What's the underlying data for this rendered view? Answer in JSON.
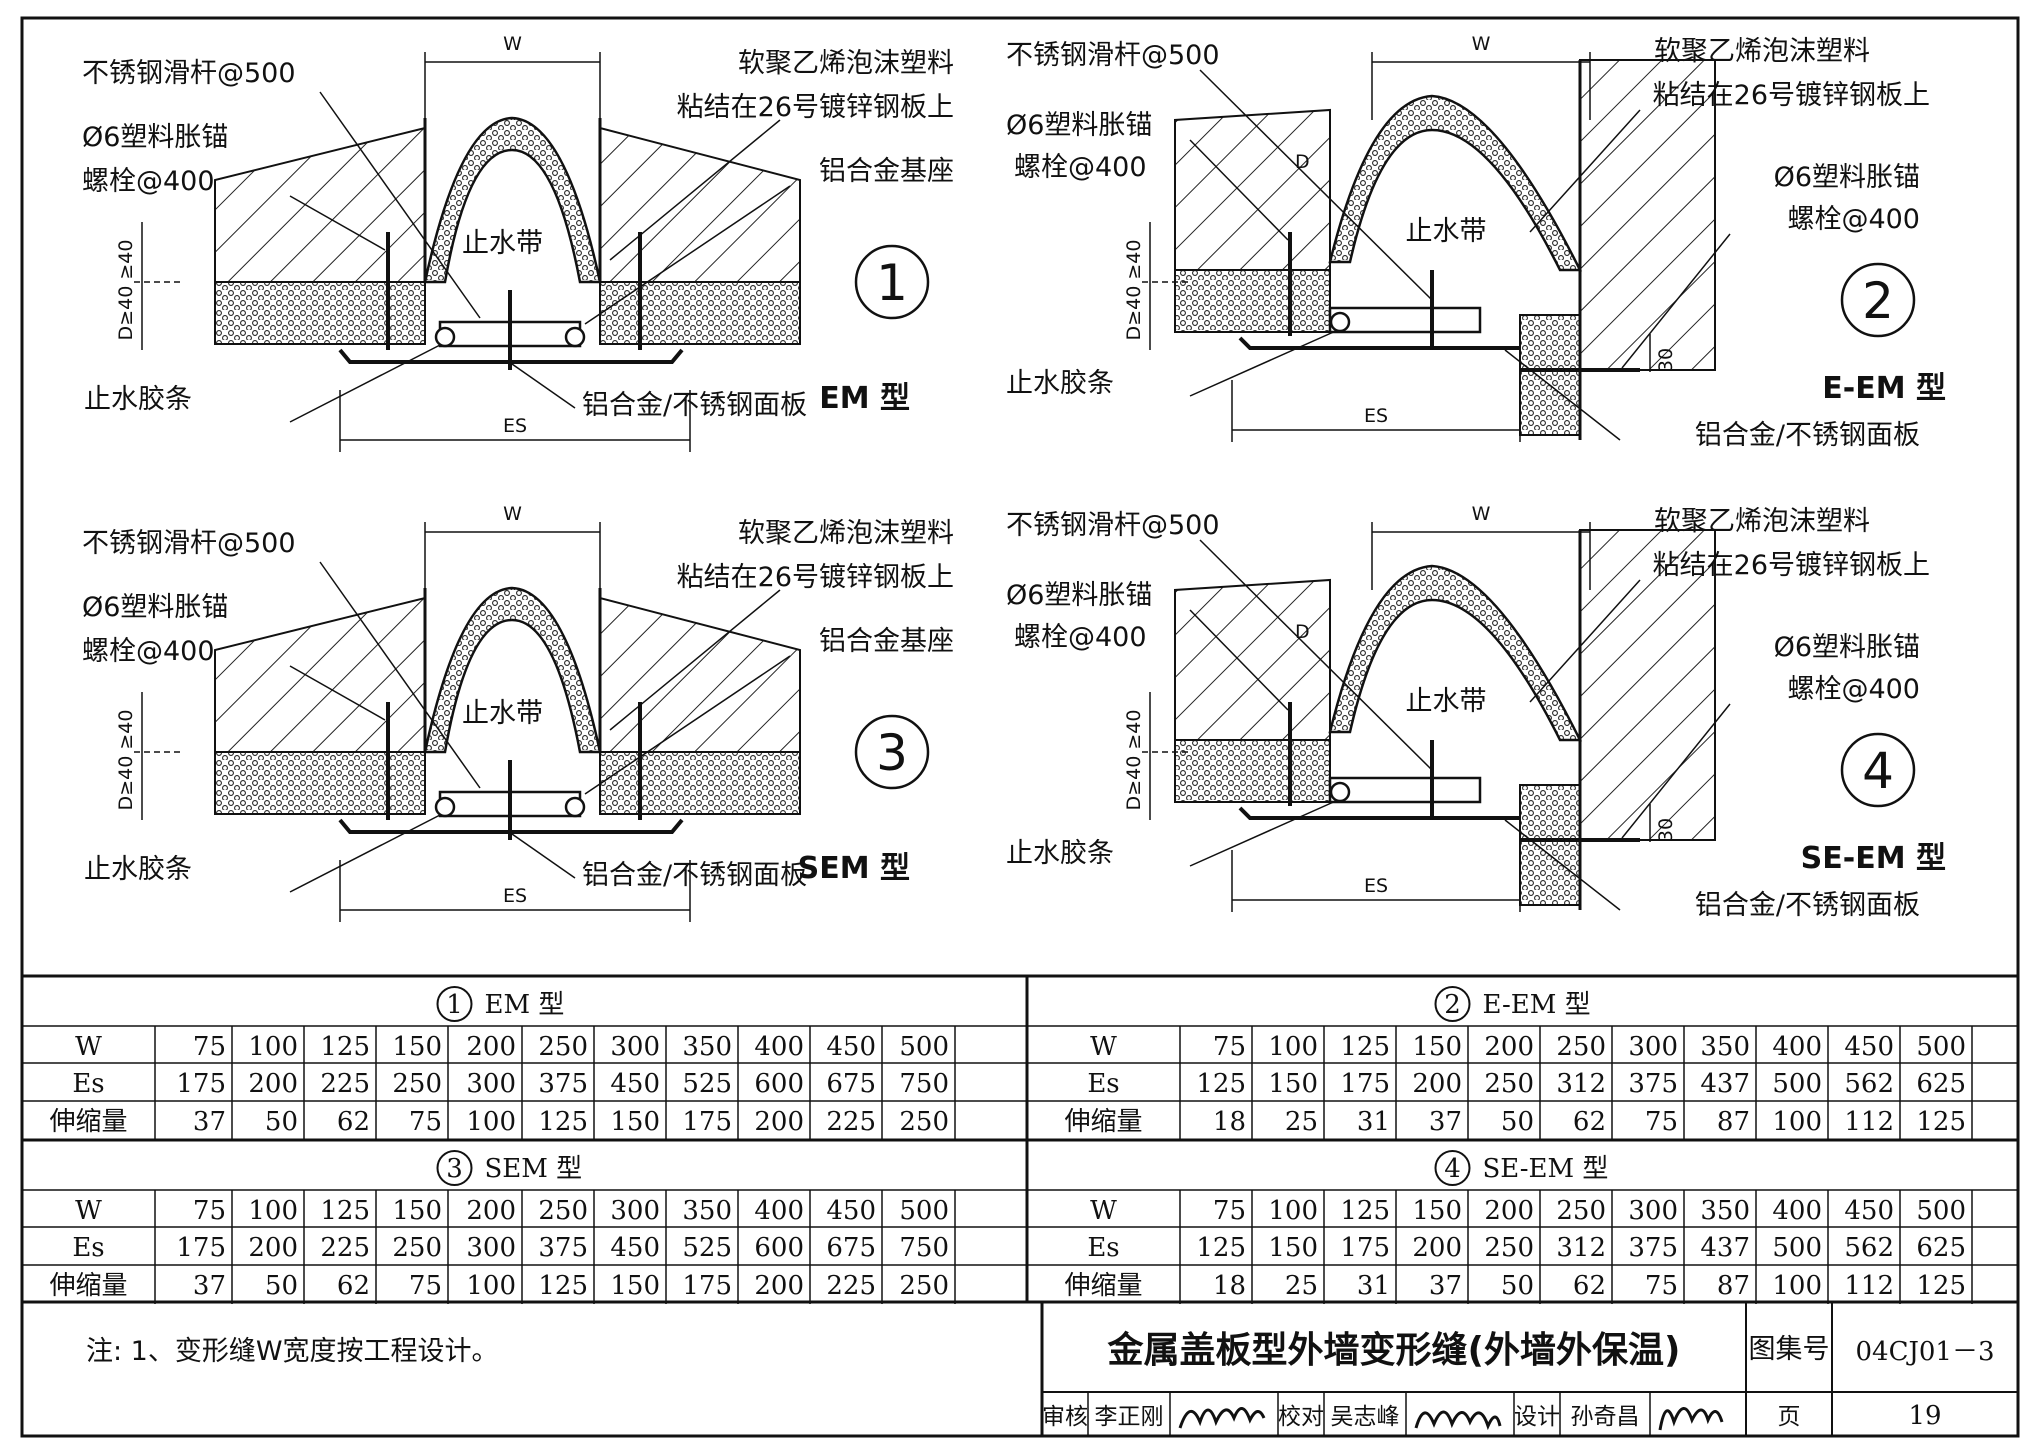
{
  "details": [
    {
      "num": "1",
      "type": "EM 型",
      "labels": {
        "rod": "不锈钢滑杆@500",
        "foam1": "软聚乙烯泡沫塑料",
        "foam2": "粘结在26号镀锌钢板上",
        "anchor1": "Ø6塑料胀锚",
        "anchor2": "螺栓@400",
        "base": "铝合金基座",
        "waterstop": "止水带",
        "strip": "止水胶条",
        "panel": "铝合金/不锈钢面板"
      },
      "dims": {
        "w": "W",
        "es": "ES",
        "d": "D≥40 ≥40"
      }
    },
    {
      "num": "2",
      "type": "E-EM 型",
      "labels": {
        "rod": "不锈钢滑杆@500",
        "foam1": "软聚乙烯泡沫塑料",
        "foam2": "粘结在26号镀锌钢板上",
        "anchor1": "Ø6塑料胀锚",
        "anchor2": "螺栓@400",
        "anchor3": "Ø6塑料胀锚",
        "anchor4": "螺栓@400",
        "waterstop": "止水带",
        "strip": "止水胶条",
        "panel": "铝合金/不锈钢面板"
      },
      "dims": {
        "w": "W",
        "es": "ES",
        "d": "D≥40 ≥40",
        "dd": "D",
        "t": "30"
      }
    },
    {
      "num": "3",
      "type": "SEM 型",
      "labels": {
        "rod": "不锈钢滑杆@500",
        "foam1": "软聚乙烯泡沫塑料",
        "foam2": "粘结在26号镀锌钢板上",
        "anchor1": "Ø6塑料胀锚",
        "anchor2": "螺栓@400",
        "base": "铝合金基座",
        "waterstop": "止水带",
        "strip": "止水胶条",
        "panel": "铝合金/不锈钢面板"
      },
      "dims": {
        "w": "W",
        "es": "ES",
        "d": "D≥40 ≥40"
      }
    },
    {
      "num": "4",
      "type": "SE-EM 型",
      "labels": {
        "rod": "不锈钢滑杆@500",
        "foam1": "软聚乙烯泡沫塑料",
        "foam2": "粘结在26号镀锌钢板上",
        "anchor1": "Ø6塑料胀锚",
        "anchor2": "螺栓@400",
        "anchor3": "Ø6塑料胀锚",
        "anchor4": "螺栓@400",
        "waterstop": "止水带",
        "strip": "止水胶条",
        "panel": "铝合金/不锈钢面板"
      },
      "dims": {
        "w": "W",
        "es": "ES",
        "d": "D≥40 ≥40",
        "dd": "D",
        "t": "30"
      }
    }
  ],
  "tables": [
    {
      "num": "1",
      "title": "EM 型",
      "rows": [
        {
          "label": "W",
          "values": [
            "75",
            "100",
            "125",
            "150",
            "200",
            "250",
            "300",
            "350",
            "400",
            "450",
            "500"
          ]
        },
        {
          "label": "Es",
          "values": [
            "175",
            "200",
            "225",
            "250",
            "300",
            "375",
            "450",
            "525",
            "600",
            "675",
            "750"
          ]
        },
        {
          "label": "伸缩量",
          "values": [
            "37",
            "50",
            "62",
            "75",
            "100",
            "125",
            "150",
            "175",
            "200",
            "225",
            "250"
          ]
        }
      ]
    },
    {
      "num": "2",
      "title": "E-EM 型",
      "rows": [
        {
          "label": "W",
          "values": [
            "75",
            "100",
            "125",
            "150",
            "200",
            "250",
            "300",
            "350",
            "400",
            "450",
            "500"
          ]
        },
        {
          "label": "Es",
          "values": [
            "125",
            "150",
            "175",
            "200",
            "250",
            "312",
            "375",
            "437",
            "500",
            "562",
            "625"
          ]
        },
        {
          "label": "伸缩量",
          "values": [
            "18",
            "25",
            "31",
            "37",
            "50",
            "62",
            "75",
            "87",
            "100",
            "112",
            "125"
          ]
        }
      ]
    },
    {
      "num": "3",
      "title": "SEM 型",
      "rows": [
        {
          "label": "W",
          "values": [
            "75",
            "100",
            "125",
            "150",
            "200",
            "250",
            "300",
            "350",
            "400",
            "450",
            "500"
          ]
        },
        {
          "label": "Es",
          "values": [
            "175",
            "200",
            "225",
            "250",
            "300",
            "375",
            "450",
            "525",
            "600",
            "675",
            "750"
          ]
        },
        {
          "label": "伸缩量",
          "values": [
            "37",
            "50",
            "62",
            "75",
            "100",
            "125",
            "150",
            "175",
            "200",
            "225",
            "250"
          ]
        }
      ]
    },
    {
      "num": "4",
      "title": "SE-EM 型",
      "rows": [
        {
          "label": "W",
          "values": [
            "75",
            "100",
            "125",
            "150",
            "200",
            "250",
            "300",
            "350",
            "400",
            "450",
            "500"
          ]
        },
        {
          "label": "Es",
          "values": [
            "125",
            "150",
            "175",
            "200",
            "250",
            "312",
            "375",
            "437",
            "500",
            "562",
            "625"
          ]
        },
        {
          "label": "伸缩量",
          "values": [
            "18",
            "25",
            "31",
            "37",
            "50",
            "62",
            "75",
            "87",
            "100",
            "112",
            "125"
          ]
        }
      ]
    }
  ],
  "note": "注: 1、变形缝W宽度按工程设计。",
  "titleblock": {
    "title": "金属盖板型外墙变形缝(外墙外保温)",
    "atlas_label": "图集号",
    "atlas_no": "04CJ01－3",
    "review_label": "审核",
    "reviewer": "李正刚",
    "check_label": "校对",
    "checker": "吴志峰",
    "design_label": "设计",
    "designer": "孙奇昌",
    "page_label": "页",
    "page_no": "19"
  }
}
